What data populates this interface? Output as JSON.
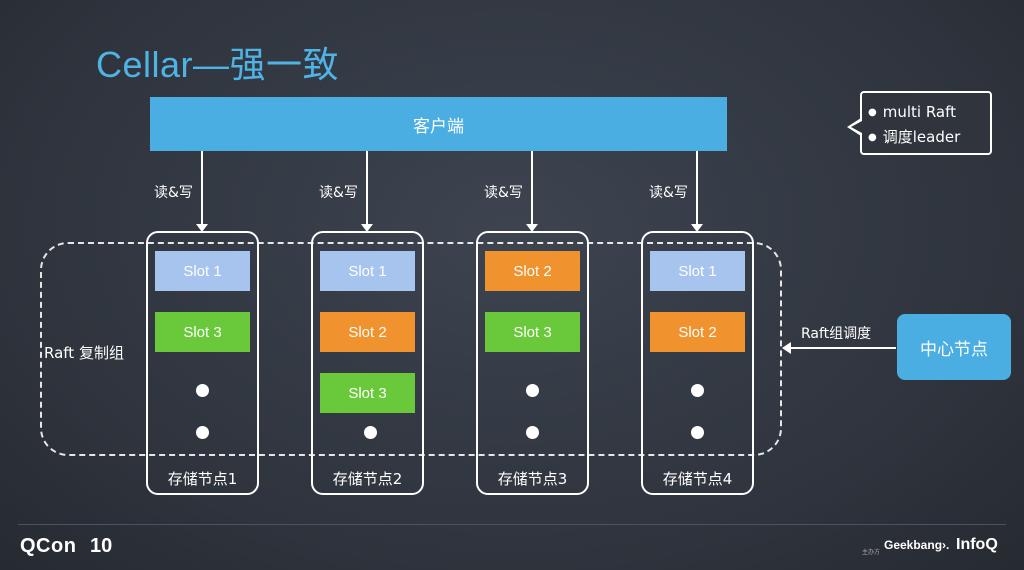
{
  "title": "Cellar—强一致",
  "client_label": "客户端",
  "callout": {
    "items": [
      "multi Raft",
      "调度leader"
    ]
  },
  "rw_label": "读&写",
  "raft_group_label": "Raft 复制组",
  "raft_schedule_label": "Raft组调度",
  "center_node_label": "中心节点",
  "colors": {
    "slot1": "#a6c4ee",
    "slot2": "#f0922e",
    "slot3": "#69c93a",
    "accent": "#4aaee3"
  },
  "nodes": [
    {
      "label": "存储节点1",
      "slots": [
        {
          "text": "Slot 1",
          "kind": "slot1"
        },
        {
          "text": "Slot 3",
          "kind": "slot3"
        }
      ]
    },
    {
      "label": "存储节点2",
      "slots": [
        {
          "text": "Slot 1",
          "kind": "slot1"
        },
        {
          "text": "Slot 2",
          "kind": "slot2"
        },
        {
          "text": "Slot 3",
          "kind": "slot3"
        }
      ]
    },
    {
      "label": "存储节点3",
      "slots": [
        {
          "text": "Slot 2",
          "kind": "slot2"
        },
        {
          "text": "Slot 3",
          "kind": "slot3"
        }
      ]
    },
    {
      "label": "存储节点4",
      "slots": [
        {
          "text": "Slot 1",
          "kind": "slot1"
        },
        {
          "text": "Slot 2",
          "kind": "slot2"
        }
      ]
    }
  ],
  "footer": {
    "qcon": "QCon",
    "qcon_edition": "10",
    "sponsor": "主办方",
    "geekbang": "Geekbang›.",
    "infoq": "InfoQ"
  }
}
